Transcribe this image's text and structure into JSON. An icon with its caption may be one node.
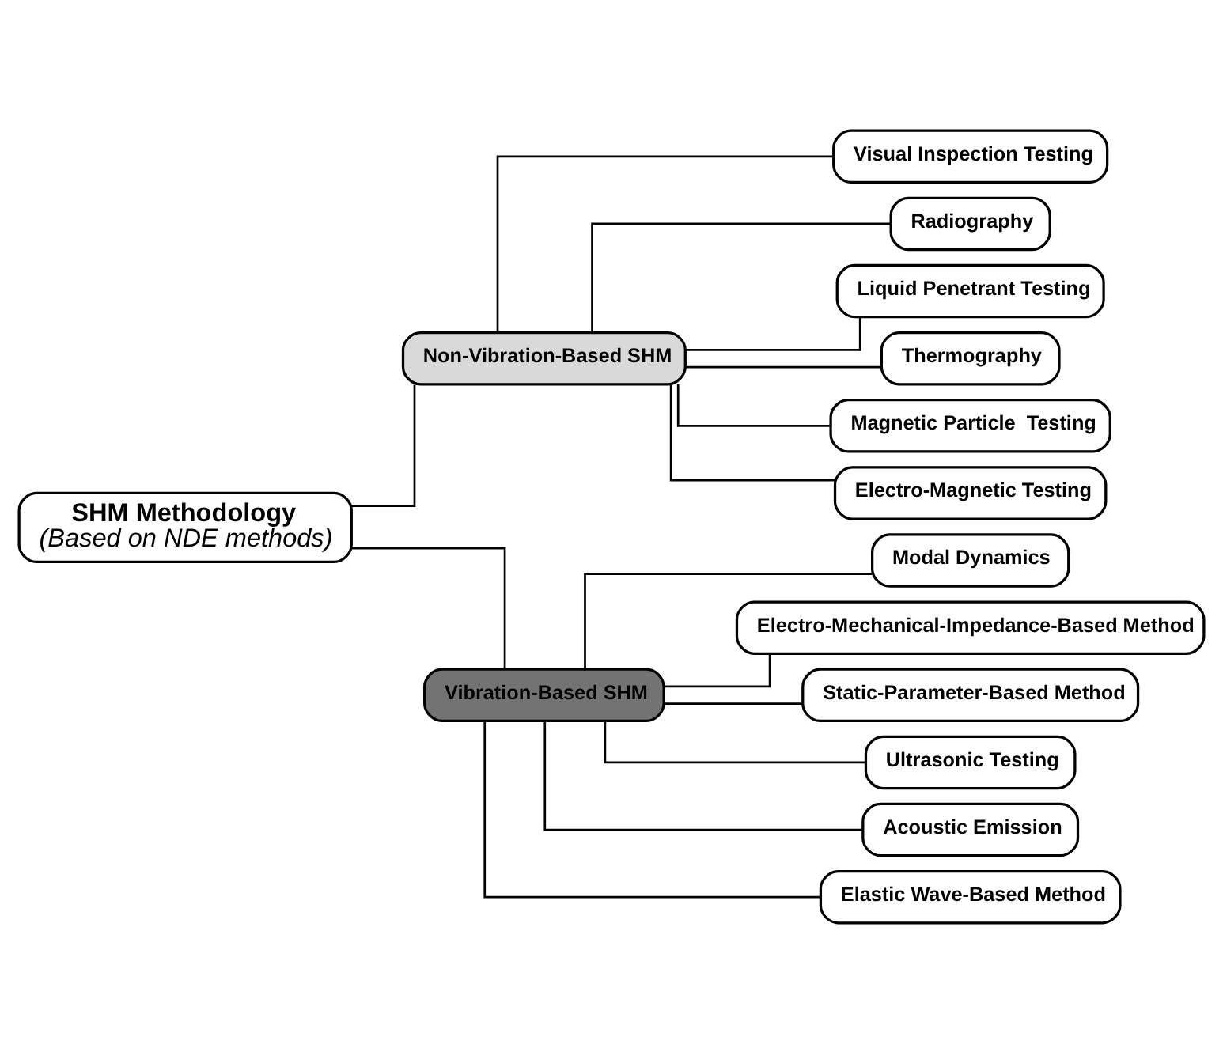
{
  "diagram": {
    "nodes": [
      {
        "text": [
          "SHM Methodology",
          "(Based on NDE methods)"
        ]
      },
      {
        "text": [
          "Non-Vibration-Based SHM"
        ]
      },
      {
        "text": [
          "Vibration-Based SHM"
        ]
      },
      {
        "text": [
          "Visual Inspection Testing"
        ]
      },
      {
        "text": [
          "Radiography"
        ]
      },
      {
        "text": [
          "Liquid Penetrant Testing"
        ]
      },
      {
        "text": [
          "Thermography"
        ]
      },
      {
        "text": [
          "Magnetic Particle  Testing"
        ]
      },
      {
        "text": [
          "Electro-Magnetic Testing"
        ]
      },
      {
        "text": [
          "Modal Dynamics"
        ]
      },
      {
        "text": [
          "Electro-Mechanical-Impedance-Based Method"
        ]
      },
      {
        "text": [
          "Static-Parameter-Based Method"
        ]
      },
      {
        "text": [
          "Ultrasonic Testing"
        ]
      },
      {
        "text": [
          "Acoustic Emission"
        ]
      },
      {
        "text": [
          "Elastic Wave-Based Method"
        ]
      }
    ],
    "edges": [
      {
        "from": 0,
        "to": 1,
        "arrow": "none"
      },
      {
        "from": 0,
        "to": 2,
        "arrow": "none"
      },
      {
        "from": 1,
        "to": 3,
        "arrow": "none"
      },
      {
        "from": 1,
        "to": 4,
        "arrow": "none"
      },
      {
        "from": 1,
        "to": 5,
        "arrow": "none"
      },
      {
        "from": 1,
        "to": 6,
        "arrow": "none"
      },
      {
        "from": 1,
        "to": 7,
        "arrow": "none"
      },
      {
        "from": 1,
        "to": 8,
        "arrow": "none"
      },
      {
        "from": 2,
        "to": 9,
        "arrow": "none"
      },
      {
        "from": 2,
        "to": 10,
        "arrow": "none"
      },
      {
        "from": 2,
        "to": 11,
        "arrow": "none"
      },
      {
        "from": 2,
        "to": 12,
        "arrow": "none"
      },
      {
        "from": 2,
        "to": 13,
        "arrow": "none"
      },
      {
        "from": 2,
        "to": 14,
        "arrow": "none"
      }
    ]
  }
}
